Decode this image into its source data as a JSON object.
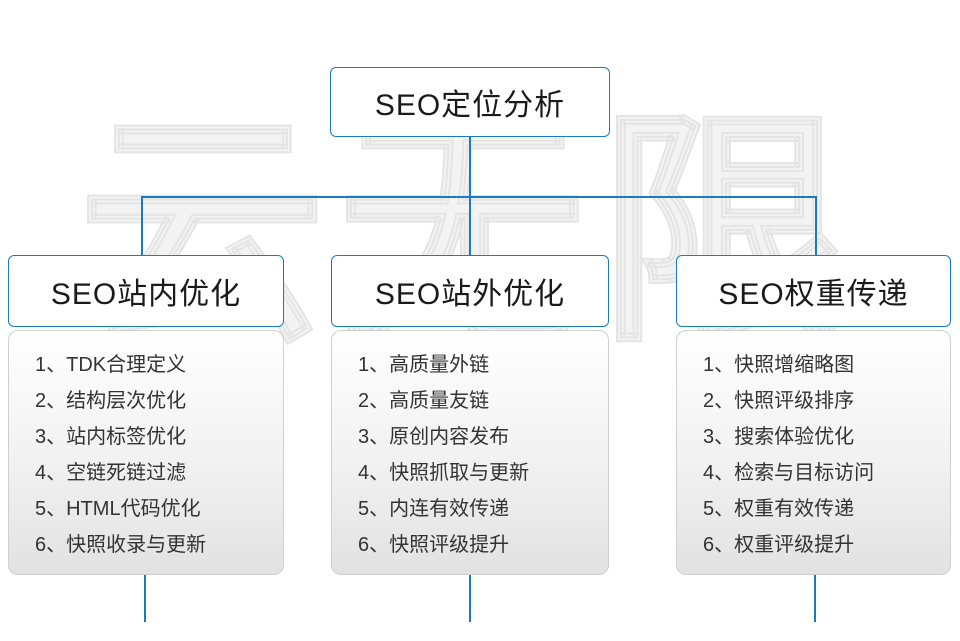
{
  "watermark": {
    "text": "云无限"
  },
  "colors": {
    "accent_blue": "#1c7ac2",
    "panel_gray": "#e2e2e2",
    "text_dark": "#333333"
  },
  "root": {
    "label": "SEO定位分析"
  },
  "columns": [
    {
      "title": "SEO站内优化",
      "items": [
        "1、TDK合理定义",
        "2、结构层次优化",
        "3、站内标签优化",
        "4、空链死链过滤",
        "5、HTML代码优化",
        "6、快照收录与更新"
      ]
    },
    {
      "title": "SEO站外优化",
      "items": [
        "1、高质量外链",
        "2、高质量友链",
        "3、原创内容发布",
        "4、快照抓取与更新",
        "5、内连有效传递",
        "6、快照评级提升"
      ]
    },
    {
      "title": "SEO权重传递",
      "items": [
        "1、快照增缩略图",
        "2、快照评级排序",
        "3、搜索体验优化",
        "4、检索与目标访问",
        "5、权重有效传递",
        "6、权重评级提升"
      ]
    }
  ]
}
